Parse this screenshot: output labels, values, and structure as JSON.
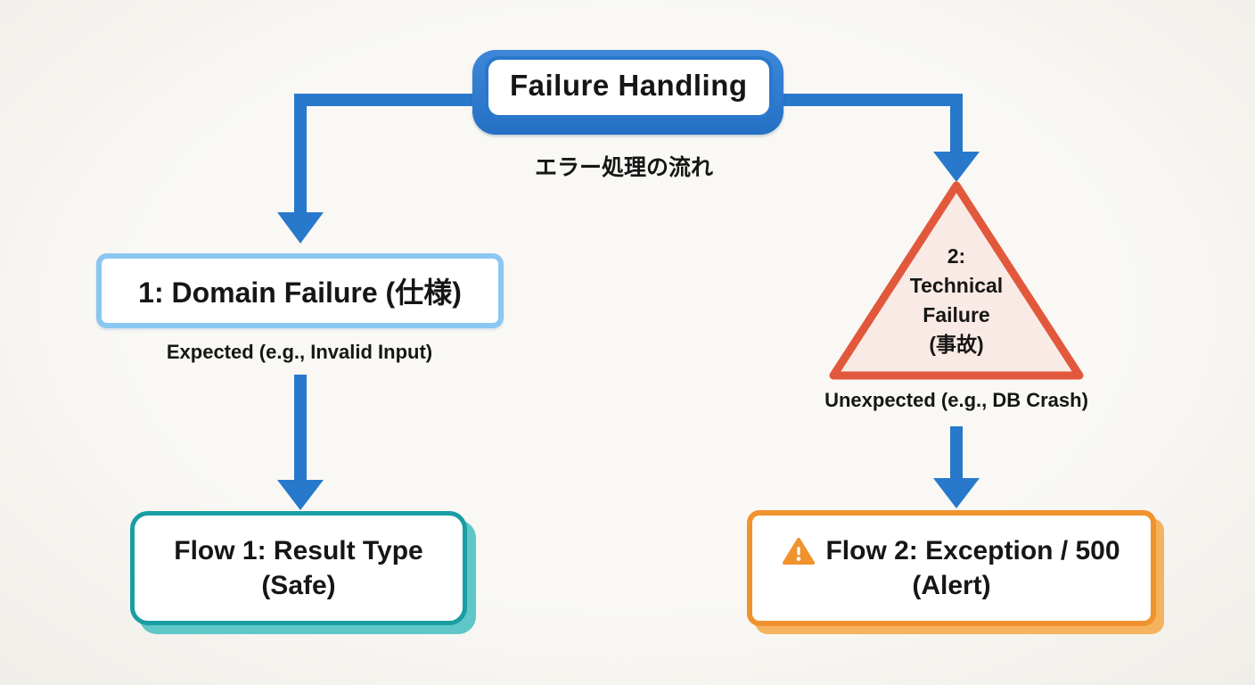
{
  "diagram_title": "Failure Handling flowchart",
  "colors": {
    "blue": "#2878CC",
    "light_blue": "#8AC7F1",
    "teal": "#1A9DA3",
    "teal_shadow": "#5FC7C8",
    "orange": "#F0922E",
    "orange_shadow": "#F6B35E",
    "red": "#E2583C",
    "red_fill": "#FAEAE5",
    "background": "#F7F6F2",
    "ink": "#161616"
  },
  "nodes": {
    "root": {
      "label": "Failure Handling",
      "caption": "エラー処理の流れ"
    },
    "domain": {
      "label": "1: Domain Failure (仕様)",
      "caption": "Expected (e.g., Invalid Input)"
    },
    "technical": {
      "lines": [
        "2:",
        "Technical",
        "Failure",
        "(事故)"
      ],
      "caption": "Unexpected (e.g., DB Crash)"
    },
    "flow1": {
      "line1": "Flow 1: Result Type",
      "line2": "(Safe)"
    },
    "flow2": {
      "icon": "warning-icon",
      "line1": "Flow 2: Exception / 500",
      "line2": "(Alert)"
    }
  },
  "edges": [
    {
      "from": "root",
      "to": "domain"
    },
    {
      "from": "root",
      "to": "technical"
    },
    {
      "from": "domain",
      "to": "flow1"
    },
    {
      "from": "technical",
      "to": "flow2"
    }
  ]
}
